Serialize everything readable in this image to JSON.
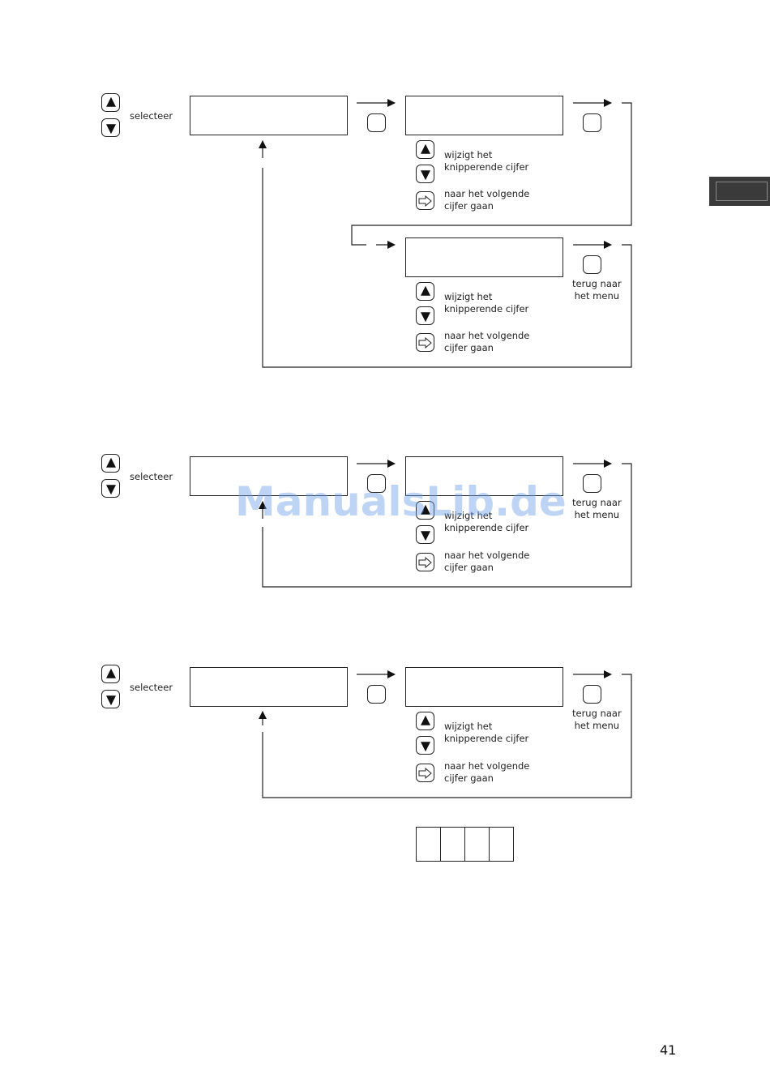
{
  "labels": {
    "select": "selecteer",
    "change_line1": "wijzigt het",
    "change_line2": "knipperende cijfer",
    "next_line1": "naar het volgende",
    "next_line2": "cijfer gaan",
    "back_line1": "terug naar",
    "back_line2": "het menu"
  },
  "watermark": "ManualsLib.de",
  "page_number": "41",
  "icons": [
    "up-arrow-icon",
    "down-arrow-icon",
    "right-arrow-icon"
  ]
}
